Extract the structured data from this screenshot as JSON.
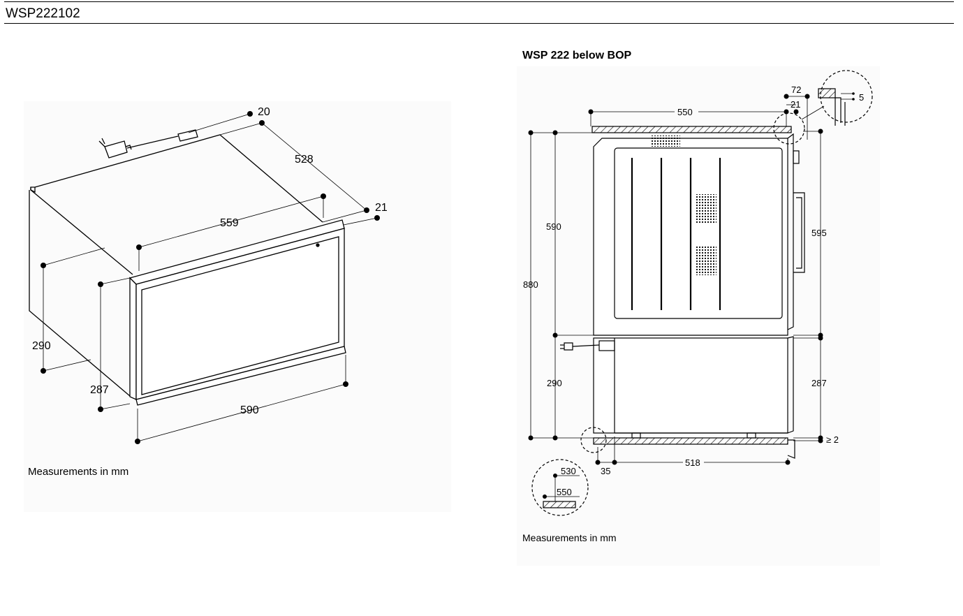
{
  "header": {
    "title": "WSP222102"
  },
  "left": {
    "caption": "Measurements in mm",
    "dims": {
      "d20": "20",
      "d528": "528",
      "d21": "21",
      "d559": "559",
      "d290": "290",
      "d287": "287",
      "d590": "590"
    }
  },
  "right": {
    "title": "WSP 222 below BOP",
    "caption": "Measurements in mm",
    "dims": {
      "d550": "550",
      "d72": "72",
      "d21": "21",
      "d5": "5",
      "d590": "590",
      "d880": "880",
      "d595": "595",
      "d290": "290",
      "d287": "287",
      "d2": "≥ 2",
      "d518": "518",
      "d35": "35",
      "d530": "530",
      "d550b": "550"
    }
  }
}
